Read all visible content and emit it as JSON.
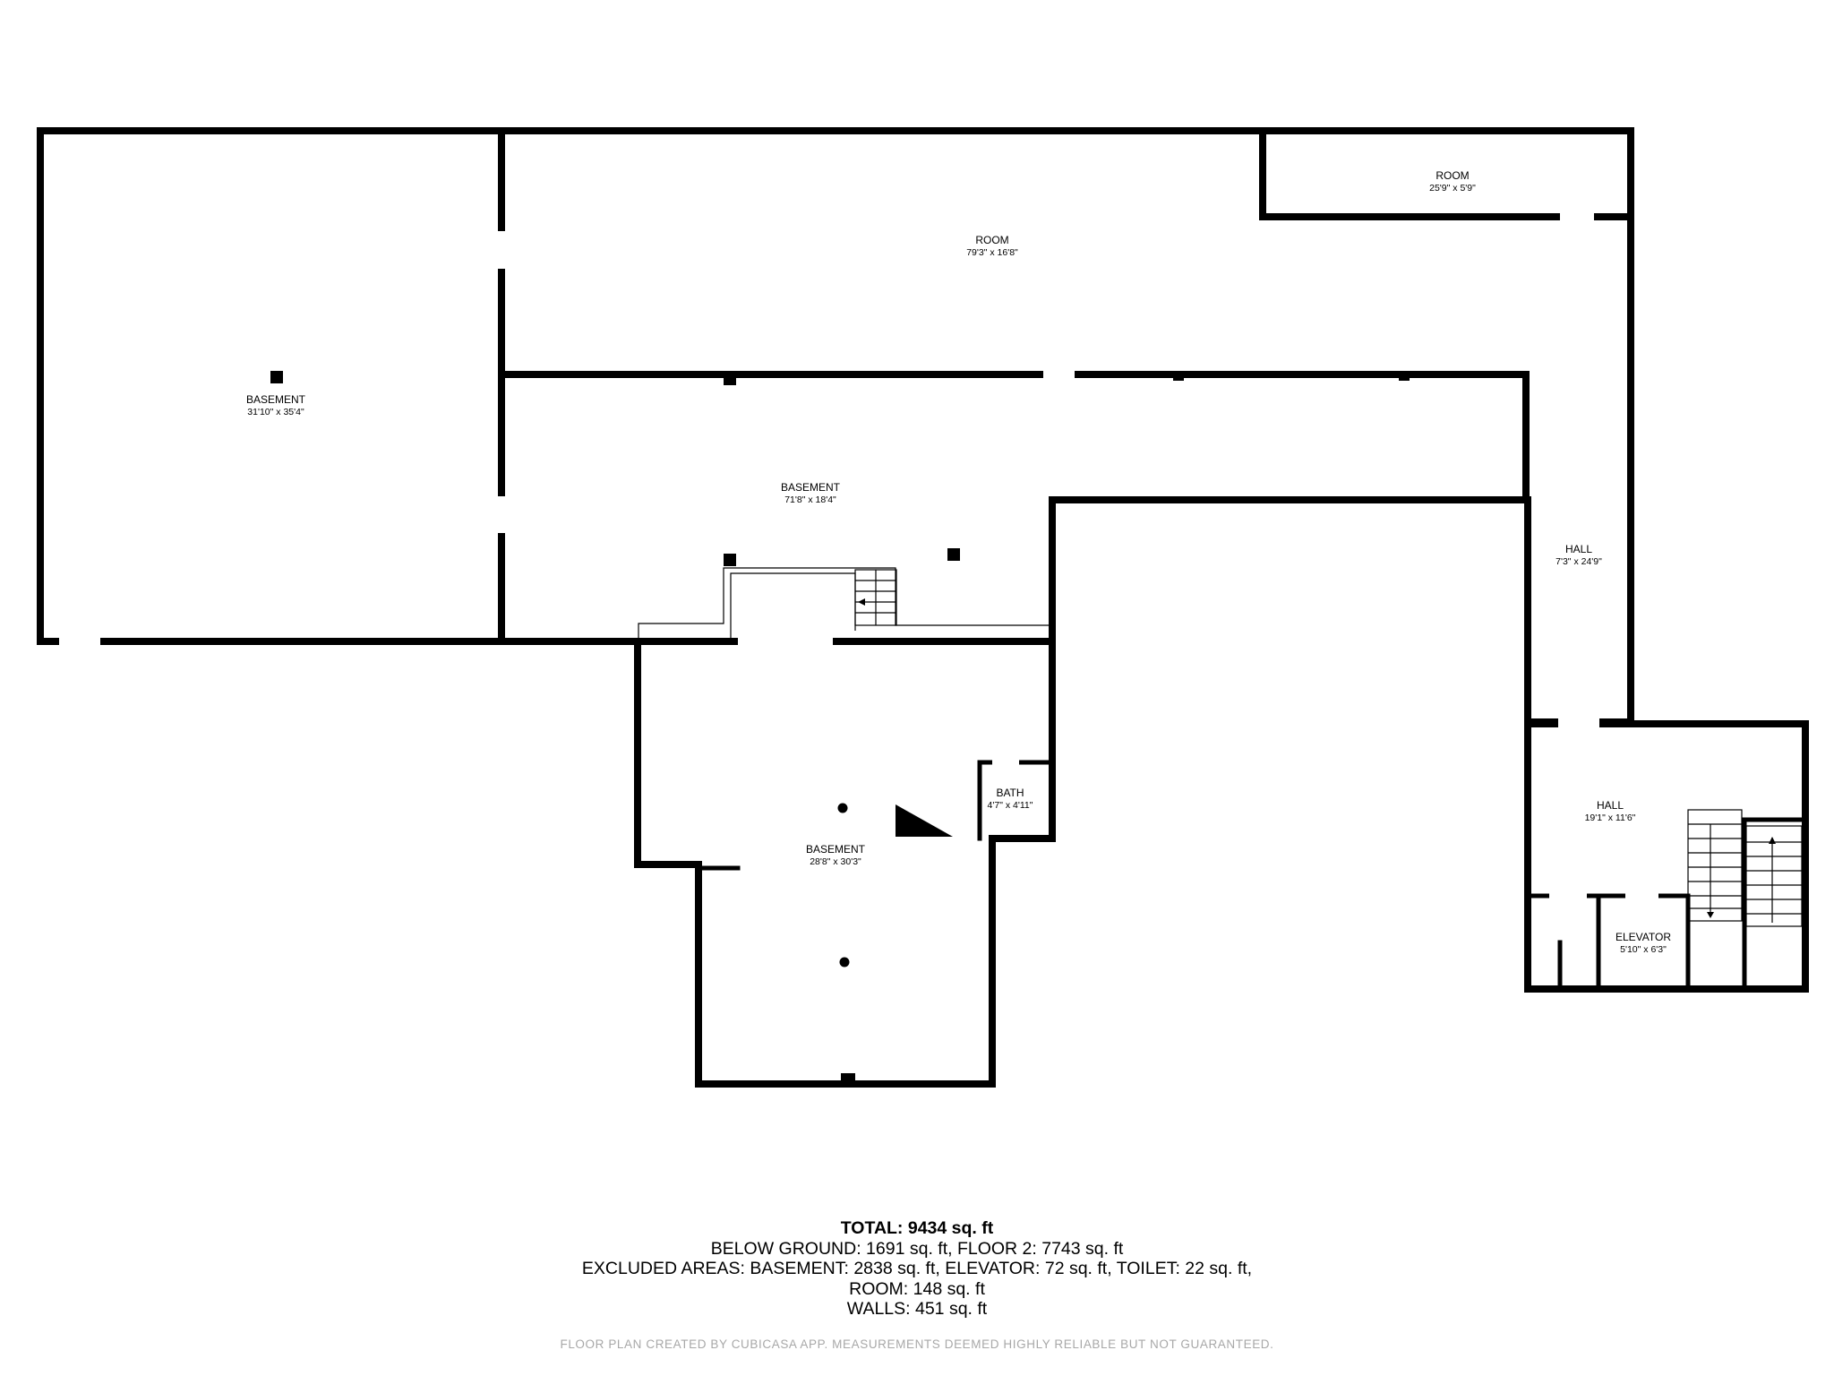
{
  "rooms": {
    "basement_west": {
      "name": "BASEMENT",
      "dims": "31'10\" x 35'4\""
    },
    "room_north": {
      "name": "ROOM",
      "dims": "79'3\" x 16'8\""
    },
    "room_small": {
      "name": "ROOM",
      "dims": "25'9\" x 5'9\""
    },
    "basement_mid": {
      "name": "BASEMENT",
      "dims": "71'8\" x 18'4\""
    },
    "hall_east": {
      "name": "HALL",
      "dims": "7'3\" x 24'9\""
    },
    "hall_se": {
      "name": "HALL",
      "dims": "19'1\" x 11'6\""
    },
    "bath": {
      "name": "BATH",
      "dims": "4'7\" x 4'11\""
    },
    "basement_south": {
      "name": "BASEMENT",
      "dims": "28'8\" x 30'3\""
    },
    "elevator": {
      "name": "ELEVATOR",
      "dims": "5'10\" x 6'3\""
    }
  },
  "summary": {
    "total": "TOTAL: 9434 sq. ft",
    "line1": "BELOW GROUND: 1691 sq. ft, FLOOR 2: 7743 sq. ft",
    "line2": "EXCLUDED AREAS: BASEMENT: 2838 sq. ft, ELEVATOR: 72 sq. ft, TOILET: 22 sq. ft,",
    "line3": "ROOM: 148 sq. ft",
    "line4": "WALLS: 451 sq. ft"
  },
  "disclaimer": "FLOOR PLAN CREATED BY CUBICASA APP. MEASUREMENTS DEEMED HIGHLY RELIABLE BUT NOT GUARANTEED.",
  "colors": {
    "wall": "#000000",
    "background": "#ffffff",
    "disclaimer": "#a8a8a8"
  }
}
